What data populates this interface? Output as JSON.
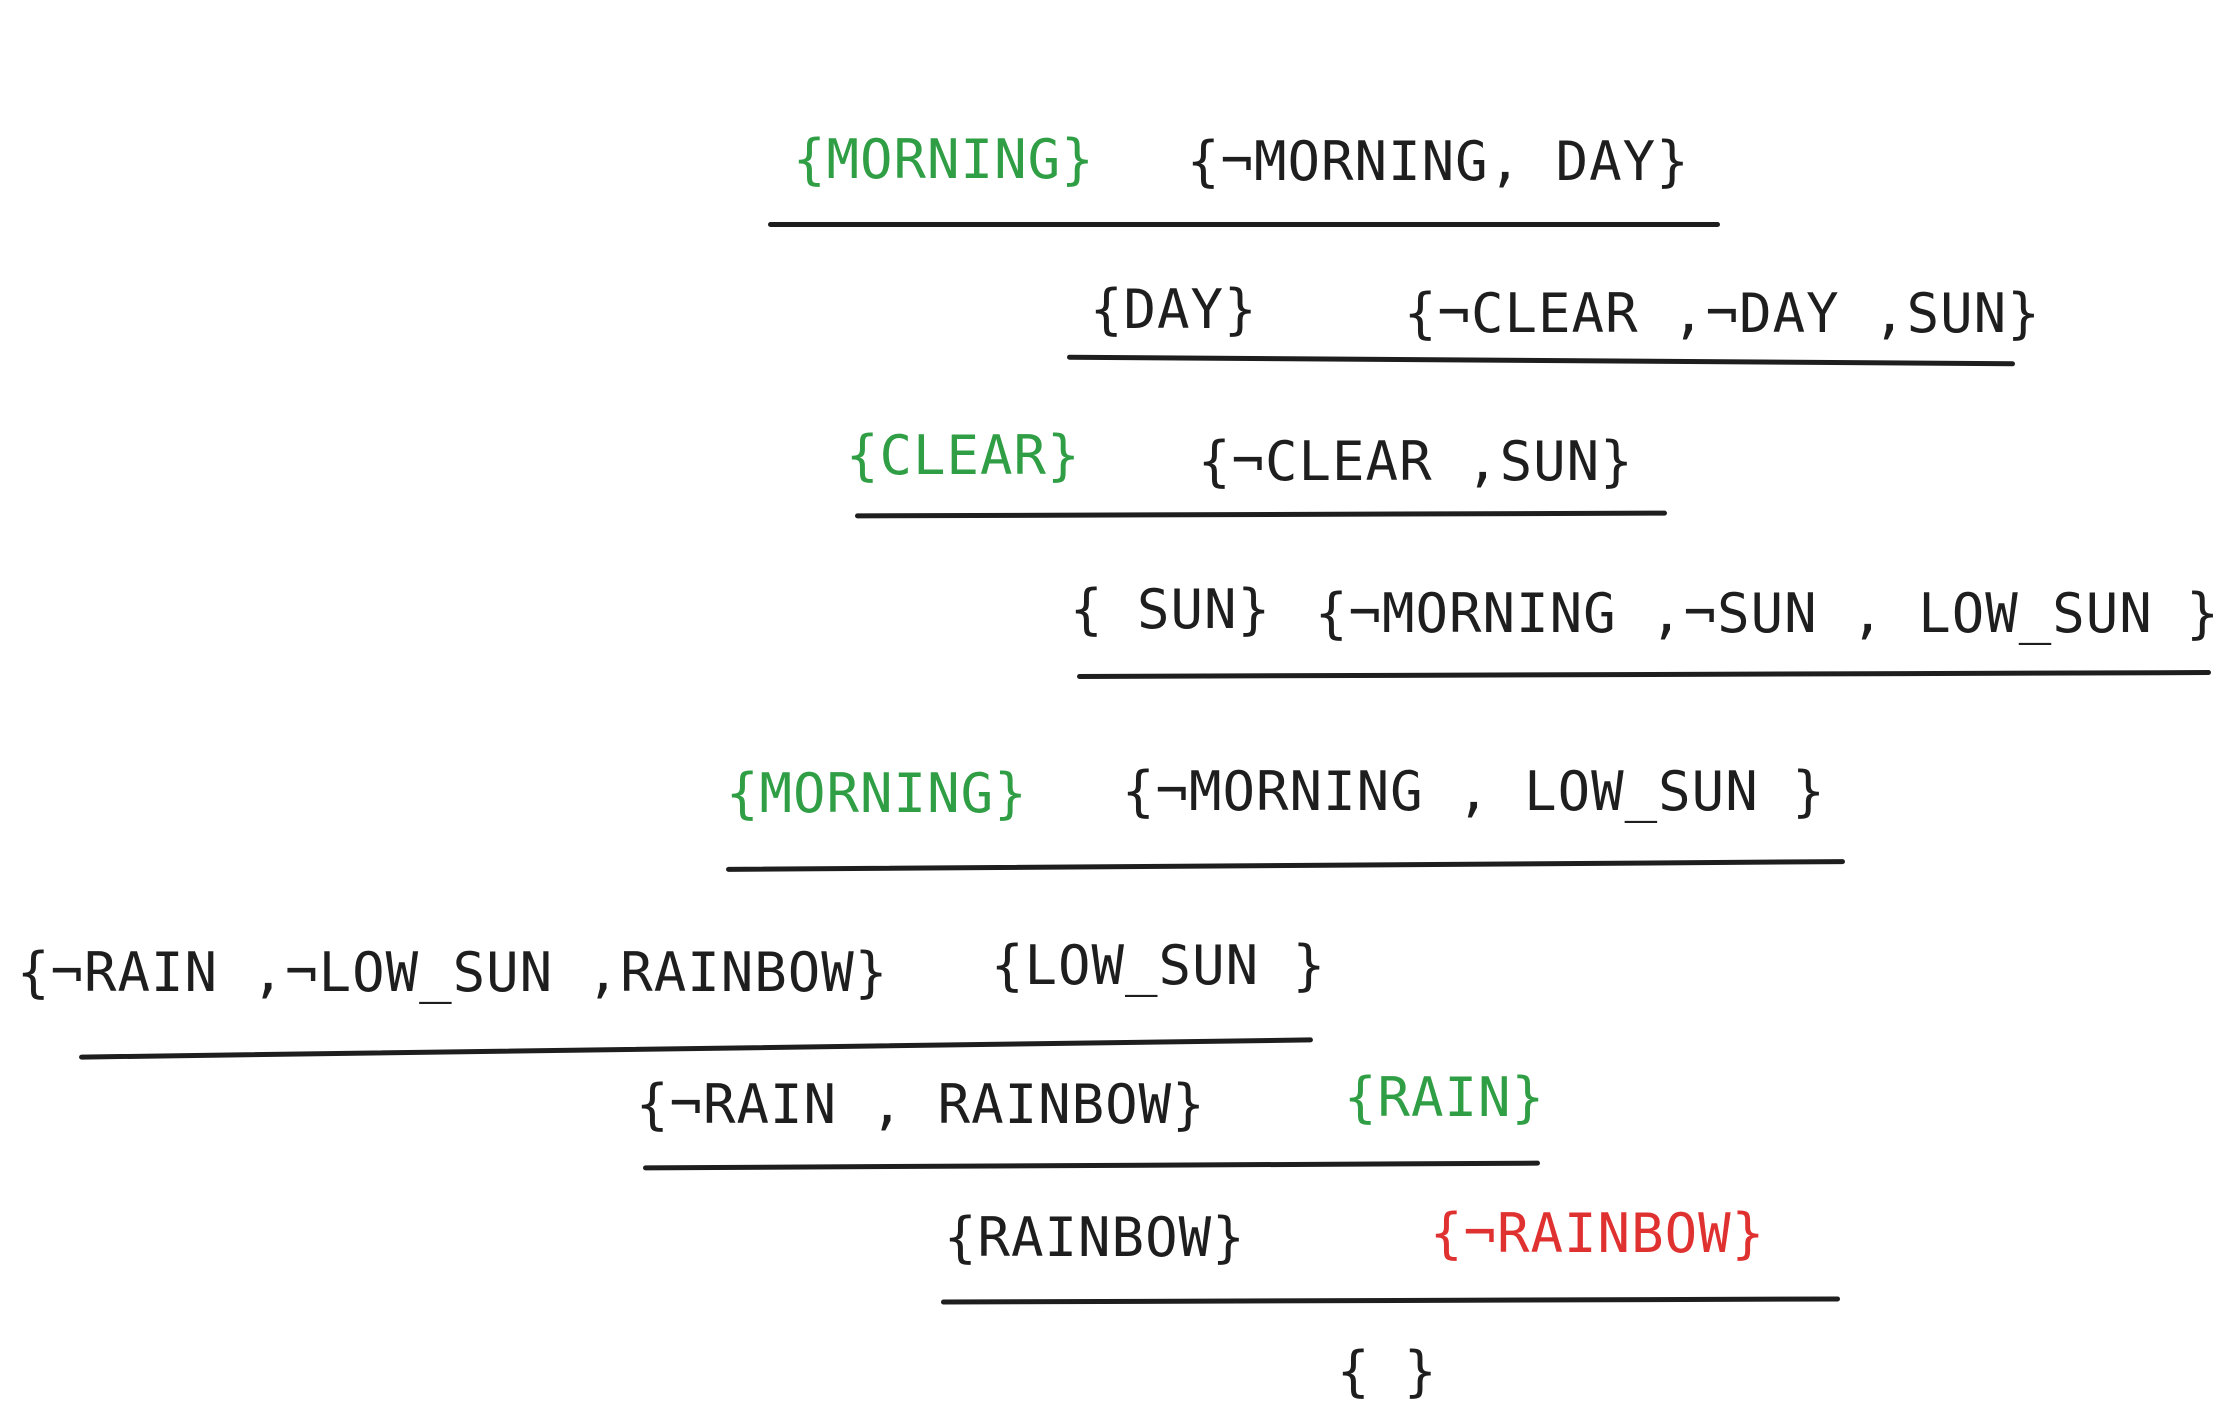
{
  "title": "Resolution proof",
  "colors": {
    "ink": "#1e1e1e",
    "fact": "#2f9e44",
    "goal_negation": "#e03131"
  },
  "steps": [
    {
      "left": "{MORNING}",
      "right": "{¬MORNING, DAY}"
    },
    {
      "left": "{DAY}",
      "right": "{¬CLEAR ,¬DAY ,SUN}"
    },
    {
      "left": "{CLEAR}",
      "right": "{¬CLEAR ,SUN}"
    },
    {
      "left": "{ SUN}",
      "right": "{¬MORNING ,¬SUN , LOW_SUN }"
    },
    {
      "left": "{MORNING}",
      "right": "{¬MORNING , LOW_SUN }"
    },
    {
      "left": "{¬RAIN ,¬LOW_SUN ,RAINBOW}",
      "right": "{LOW_SUN }"
    },
    {
      "left": "{¬RAIN , RAINBOW}",
      "right": "{RAIN}"
    },
    {
      "left": "{RAINBOW}",
      "right": "{¬RAINBOW}"
    }
  ],
  "result": "{ }"
}
